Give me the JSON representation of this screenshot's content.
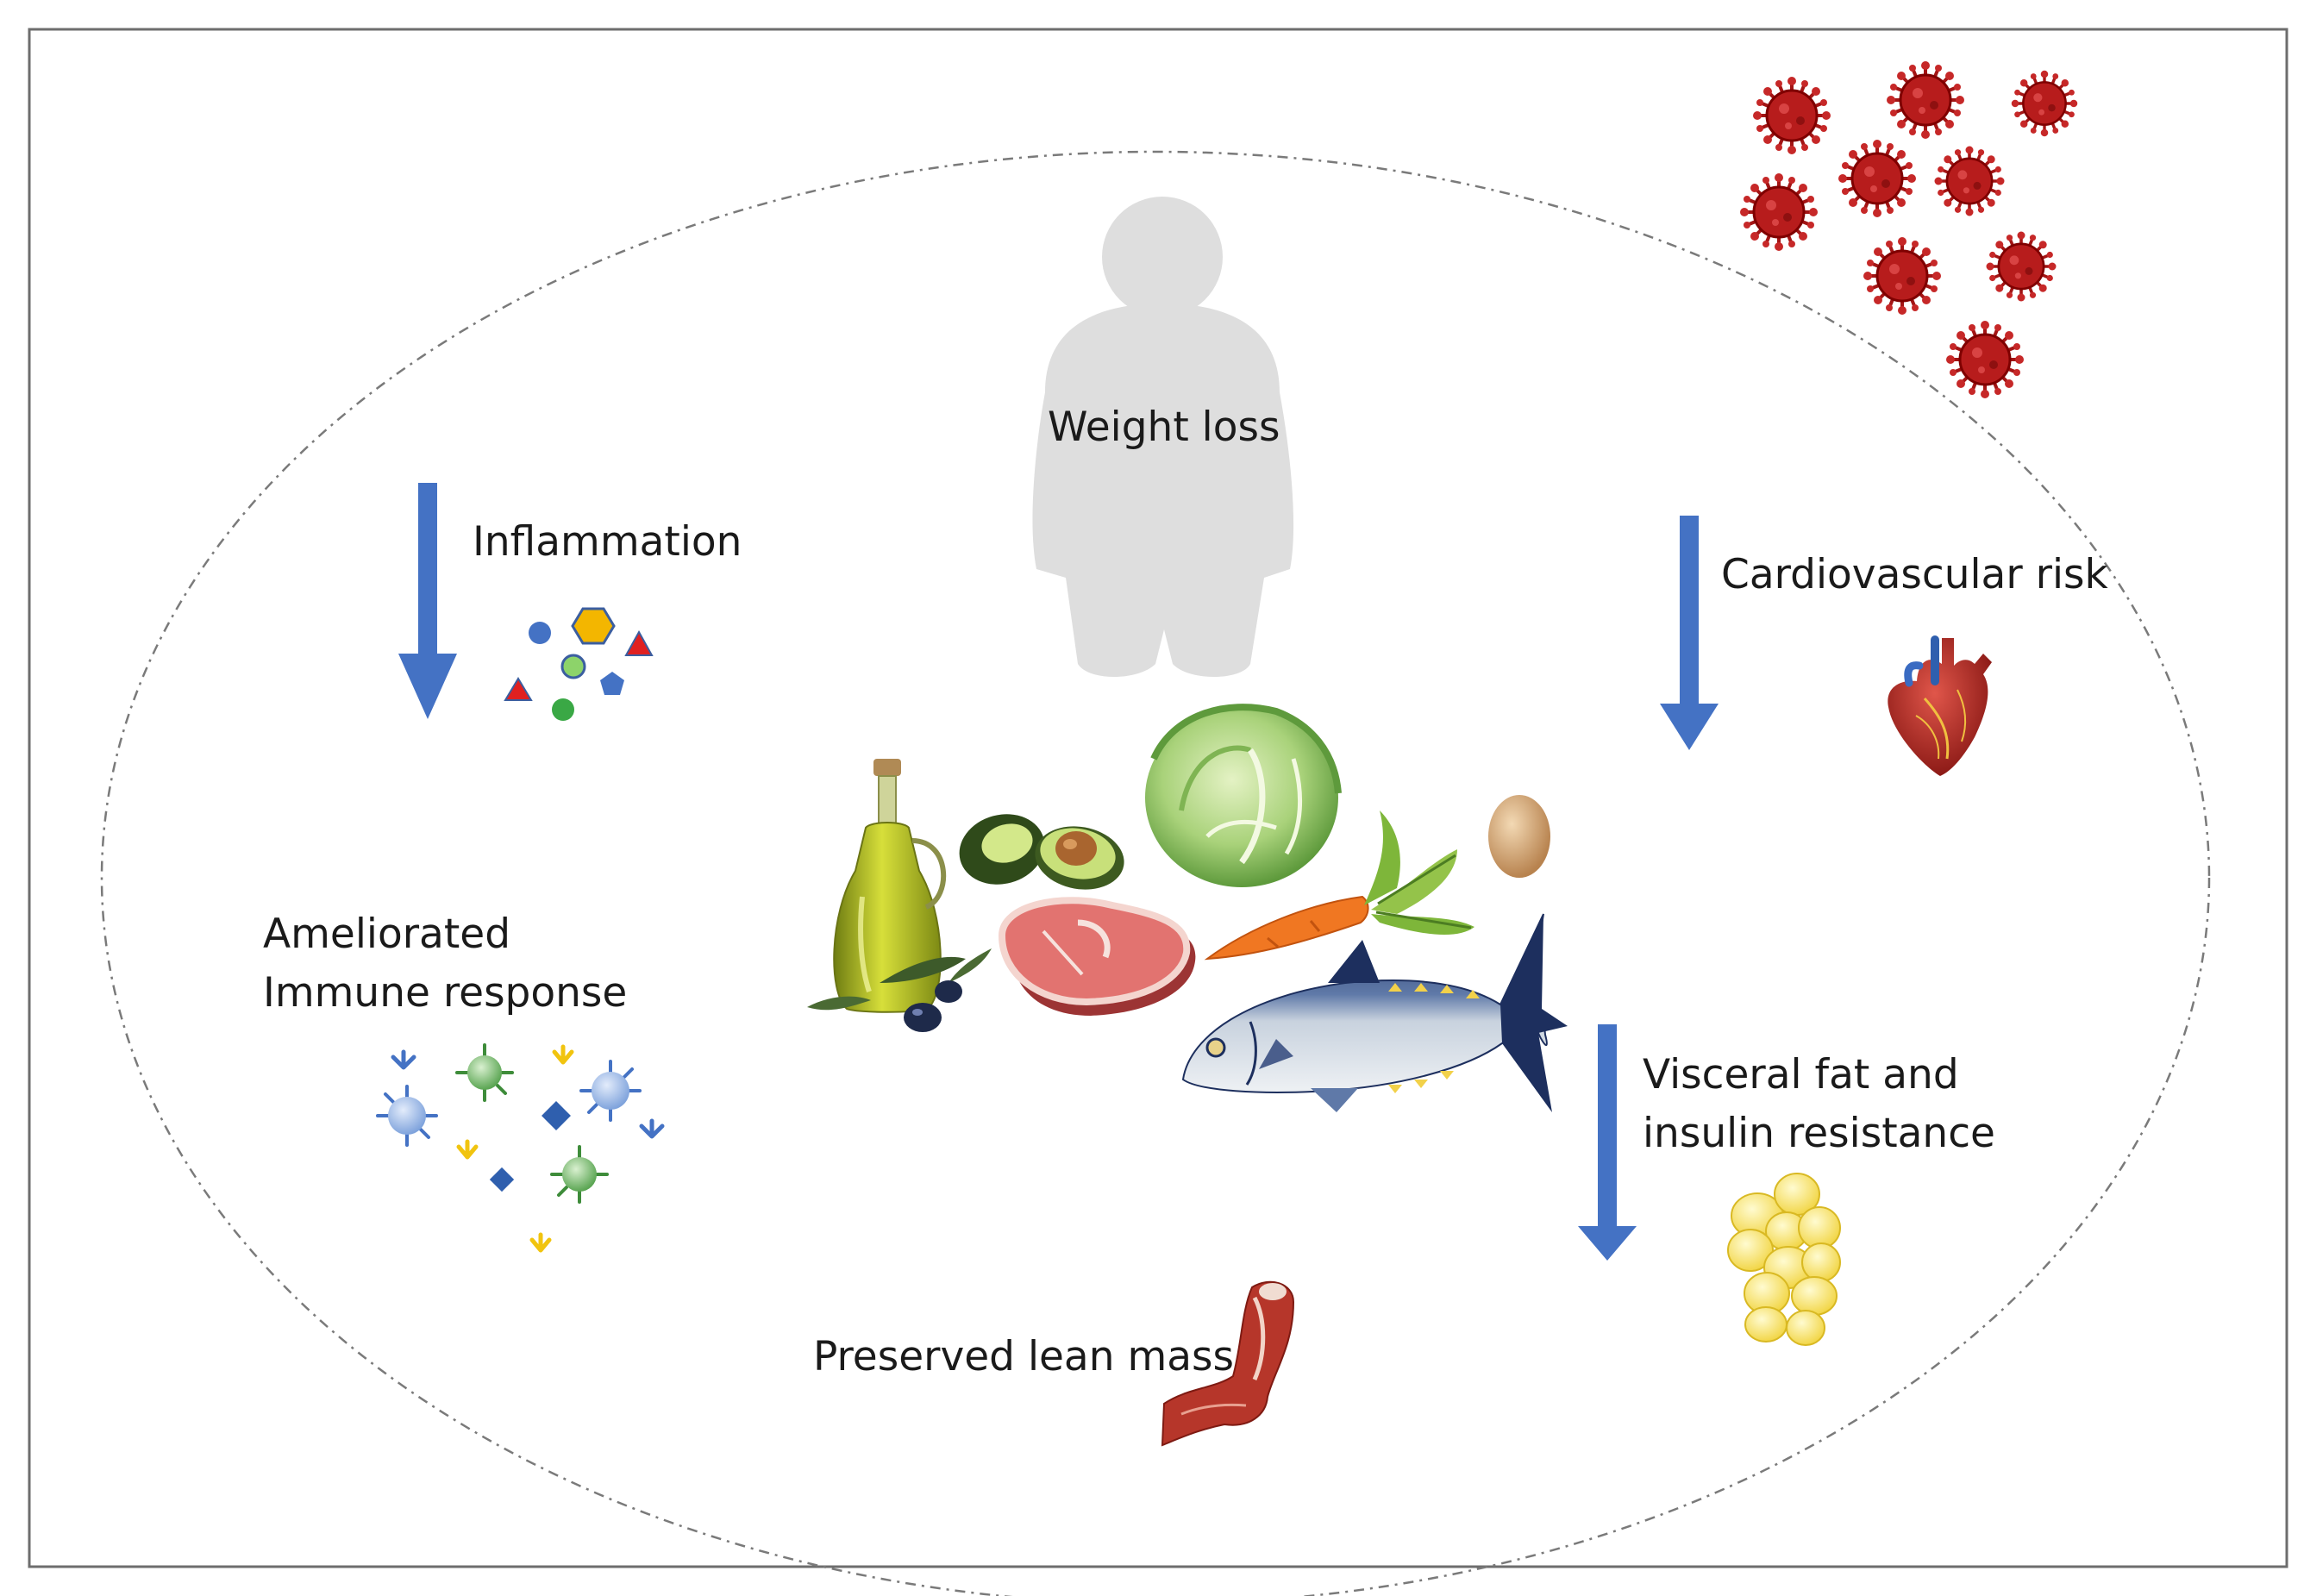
{
  "diagram": {
    "colors": {
      "border": "#6d6d6d",
      "ellipse": "#7a7a7a",
      "arrow": "#4472c4",
      "silhouette": "#dedede",
      "virus": "#b71c1c",
      "text": "#1a1a1a"
    },
    "labels": {
      "weight_loss": "Weight loss",
      "inflammation": "Inflammation",
      "cardiovascular_risk": "Cardiovascular risk",
      "immune_line1": "Ameliorated",
      "immune_line2": "Immune response",
      "visceral_line1": "Visceral fat and",
      "visceral_line2": "insulin resistance",
      "lean_mass": "Preserved lean mass"
    },
    "arrows": [
      {
        "name": "inflammation-arrow",
        "direction": "down"
      },
      {
        "name": "cardiovascular-arrow",
        "direction": "down"
      },
      {
        "name": "visceral-fat-arrow",
        "direction": "down"
      }
    ],
    "icons": [
      "virus-cluster-icon",
      "person-silhouette-icon",
      "cytokine-shapes-icon",
      "heart-icon",
      "immune-cells-icon",
      "fat-cells-icon",
      "muscle-arm-icon",
      "olive-oil-bottle-icon",
      "avocado-icon",
      "cabbage-icon",
      "egg-icon",
      "steak-icon",
      "carrot-icon",
      "tuna-fish-icon",
      "olives-icon"
    ]
  }
}
